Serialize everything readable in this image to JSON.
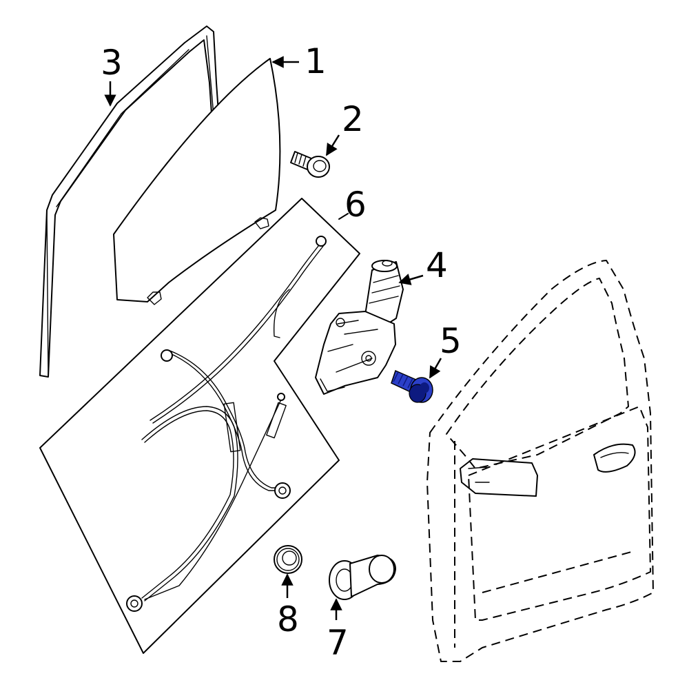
{
  "colors": {
    "background": "#ffffff",
    "line": "#000000",
    "highlight": "#2b3fc8",
    "highlight_dark": "#0d1a80"
  },
  "callouts": {
    "c1": "1",
    "c2": "2",
    "c3": "3",
    "c4": "4",
    "c5": "5",
    "c6": "6",
    "c7": "7",
    "c8": "8"
  }
}
